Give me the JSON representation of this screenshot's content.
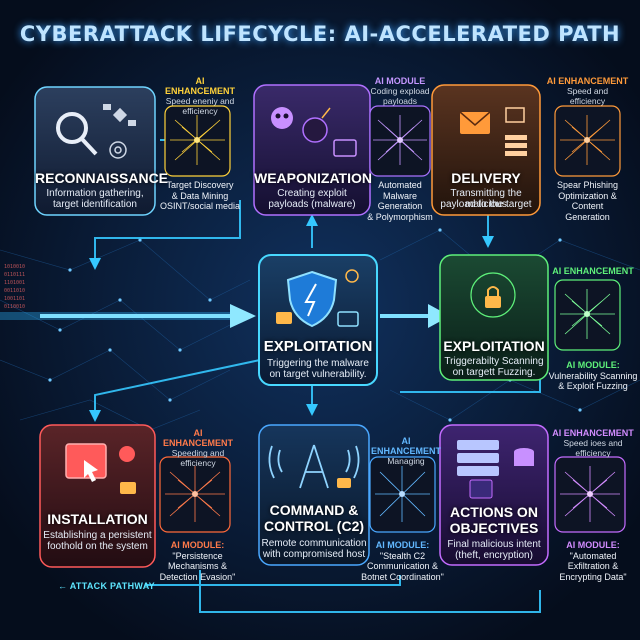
{
  "title": "CYBERATTACK LIFECYCLE: AI-ACCELERATED PATH",
  "stages": {
    "recon": {
      "name": "RECONNAISSANCE",
      "desc1": "Information gathering,",
      "desc2": "target identification",
      "ai_head": "AI ENHANCEMENT",
      "ai_sub1": "Speed eneniy and",
      "ai_sub2": "efficiency",
      "label1": "Target Discovery",
      "label2": "& Data Mining",
      "label3": "OSINT/social media"
    },
    "weapon": {
      "name": "WEAPONIZATION",
      "desc1": "Creating exploit",
      "desc2": "payloads (malware)",
      "ai_head": "AI MODULE",
      "ai_sub1": "Coding expload",
      "ai_sub2": "payloads",
      "label1": "Automated",
      "label2": "Malware Generation",
      "label3": "& Polymorphism"
    },
    "delivery": {
      "name": "DELIVERY",
      "desc1": "Transmitting the malicious",
      "desc2": "payload to the target",
      "ai_head": "AI ENHANCEMENT",
      "ai_sub1": "Speed and",
      "ai_sub2": "efficiency",
      "label1": "Spear Phishing",
      "label2": "Optimization &",
      "label3": "Content",
      "label4": "Generation"
    },
    "center": {
      "name": "EXPLOITATION",
      "desc1": "Triggering the malware",
      "desc2": "on target vulnerability."
    },
    "exploit": {
      "name": "EXPLOITATION",
      "desc1": "Triggerabilty Scanning",
      "desc2": "on targett Fuzzing.",
      "ai_head": "AI ENHANCEMENT",
      "ai_mod": "AI MODULE:",
      "label1": "Vulnerability Scanning",
      "label2": "& Exploit Fuzzing"
    },
    "install": {
      "name": "INSTALLATION",
      "desc1": "Establishing a persistent",
      "desc2": "foothold on the system",
      "ai_head": "AI ENHANCEMENT",
      "ai_sub1": "Speeding and",
      "ai_sub2": "efficiency",
      "ai_mod": "AI MODULE:",
      "label1": "\"Persistence",
      "label2": "Mechanisms &",
      "label3": "Detection Evasion\""
    },
    "c2": {
      "name1": "COMMAND &",
      "name2": "CONTROL (C2)",
      "desc1": "Remote communication",
      "desc2": "with compromised host",
      "ai_head": "AI ENHANCEMENT",
      "ai_sub1": "Managing",
      "ai_mod": "AI MODULE:",
      "label1": "\"Stealth C2",
      "label2": "Communication &",
      "label3": "Botnet Coordination\""
    },
    "actions": {
      "name1": "ACTIONS ON",
      "name2": "OBJECTIVES",
      "desc1": "Final malicious intent",
      "desc2": "(theft, encryption)",
      "ai_head": "AI ENHANCEMENT",
      "ai_sub1": "Speed ioes and",
      "ai_sub2": "efficiency",
      "ai_mod": "AI MODULE:",
      "label1": "\"Automated",
      "label2": "Exfiltration &",
      "label3": "Encrypting Data\""
    }
  },
  "pathway": "ATTACK PATHWAY",
  "colors": {
    "recon": "#6fd4ff",
    "weapon": "#b070ff",
    "delivery": "#ff9a3a",
    "center": "#48d8ff",
    "exploit": "#5ef07a",
    "install": "#ff5a5a",
    "c2": "#4aa8ff",
    "actions": "#c46cff",
    "accent": "#ffb84a"
  }
}
